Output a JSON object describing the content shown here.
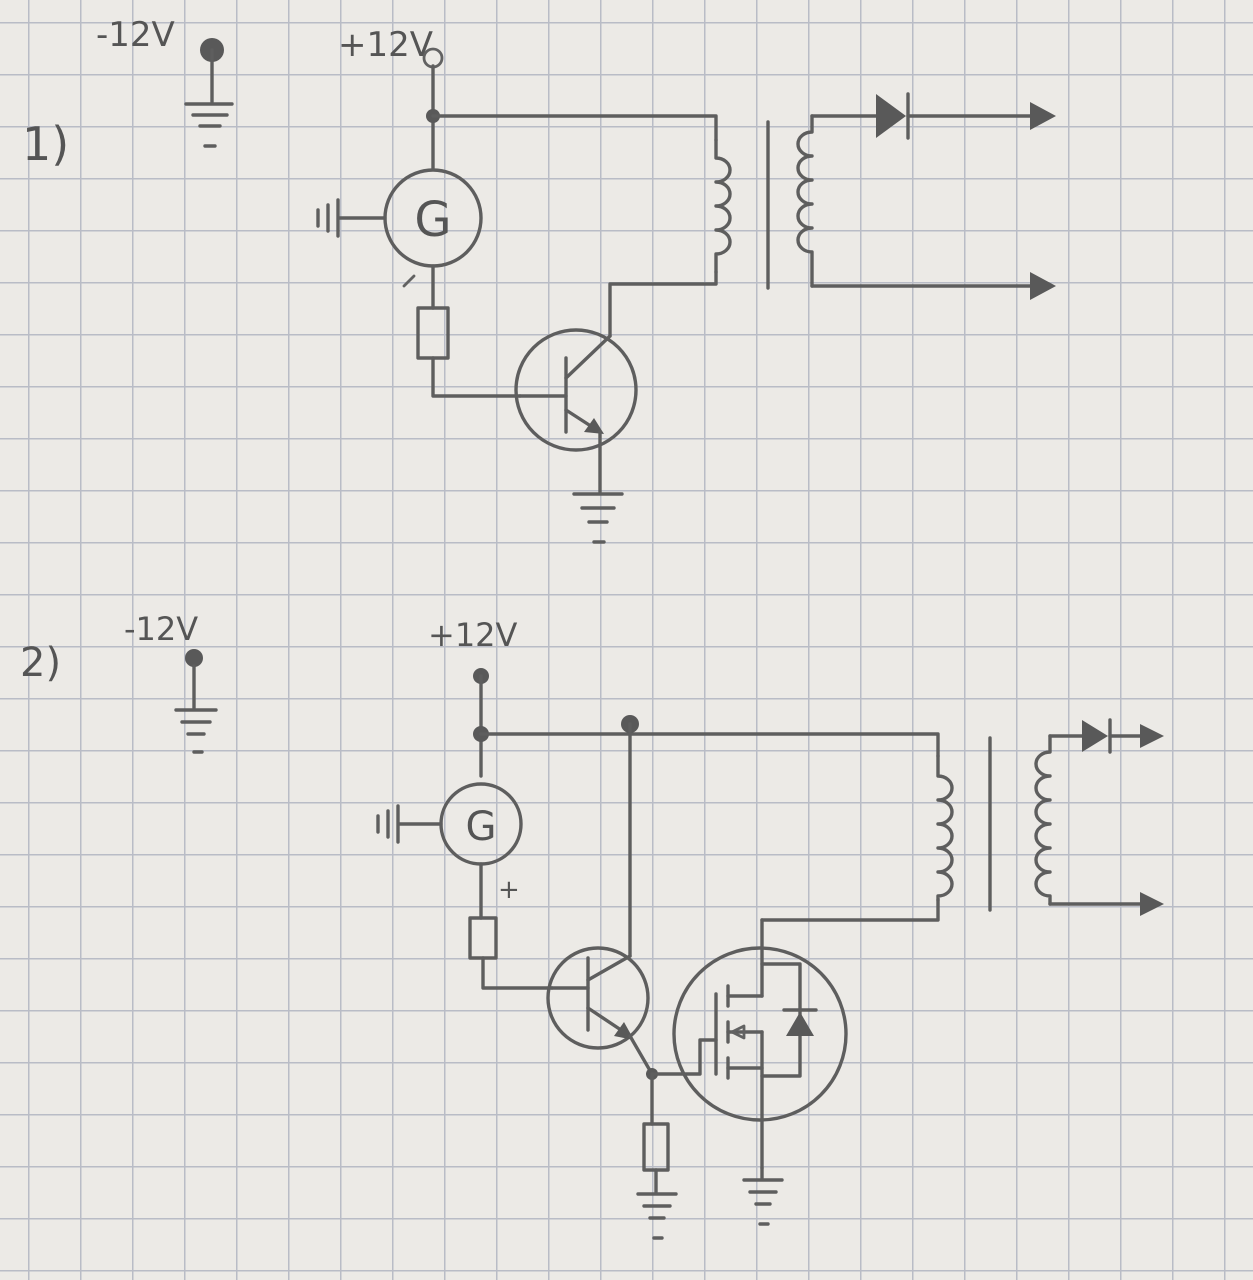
{
  "diagram_1": {
    "label": "1)",
    "neg_supply": "-12V",
    "pos_supply": "+12V",
    "generator_symbol": "G"
  },
  "diagram_2": {
    "label": "2)",
    "neg_supply": "-12V",
    "pos_supply": "+12V",
    "generator_symbol": "G",
    "generator_polarity": "+"
  }
}
